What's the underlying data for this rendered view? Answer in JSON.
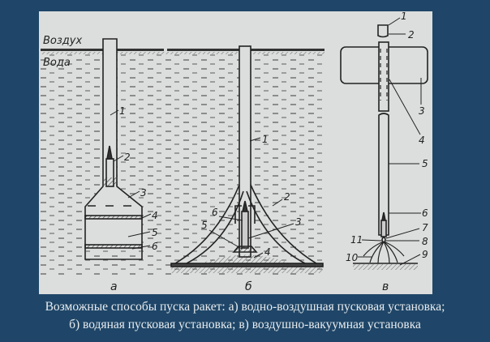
{
  "diagram": {
    "medium_labels": {
      "air": "Воздух",
      "water": "Вода"
    },
    "panel_a": {
      "letter": "а",
      "parts": [
        "1",
        "2",
        "3",
        "4",
        "5",
        "6"
      ]
    },
    "panel_b": {
      "letter": "б",
      "parts": [
        "1",
        "2",
        "3",
        "4",
        "5",
        "6"
      ]
    },
    "panel_c": {
      "letter": "в",
      "parts": [
        "1",
        "2",
        "3",
        "4",
        "5",
        "6",
        "7",
        "8",
        "9",
        "10",
        "11"
      ]
    }
  },
  "caption": {
    "line1": "Возможные способы пуска ракет: а) водно-воздушная пусковая установка;",
    "line2": "б) водяная пусковая установка; в) воздушно-вакуумная установка"
  },
  "colors": {
    "background": "#1f4668",
    "paper": "#dcdedd",
    "ink": "#222222",
    "caption": "#e8ecef"
  }
}
